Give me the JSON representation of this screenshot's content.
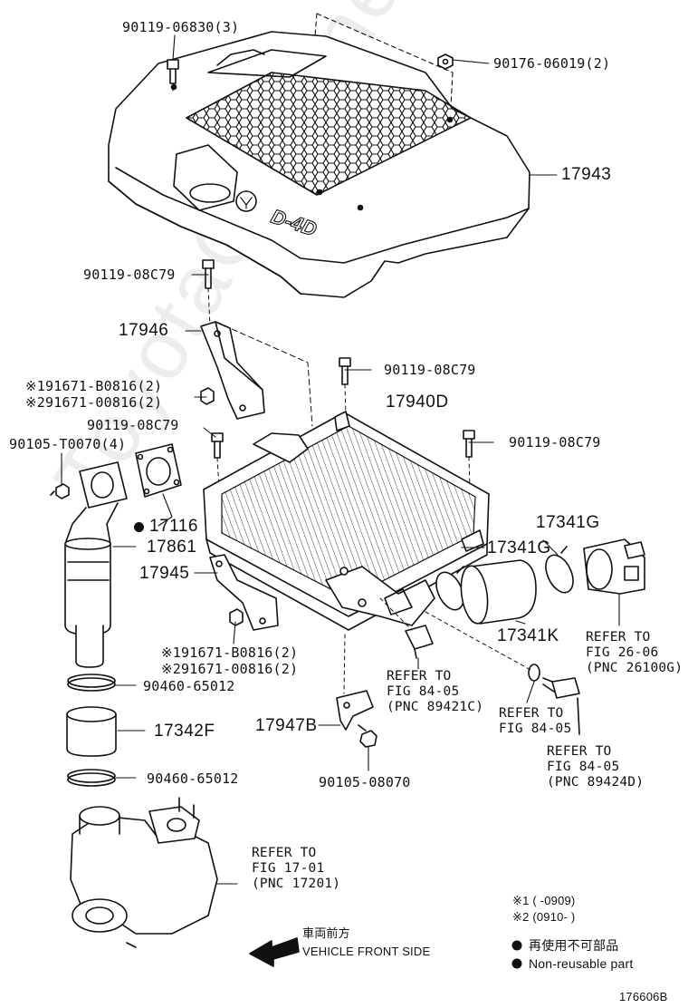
{
  "watermark": "ToyotaCarMine.ru",
  "parts": {
    "p1": "90119-06830(3)",
    "p2": "90176-06019(2)",
    "p3": "17943",
    "p4": "90119-08C79",
    "p5": "17946",
    "p6": "※191671-B0816(2)",
    "p7": "※291671-00816(2)",
    "p8": "90119-08C79",
    "p9": "17940D",
    "p10": "90119-08C79",
    "p11": "90105-T0070(4)",
    "p12": "90119-08C79",
    "p13": "17116",
    "p14": "17861",
    "p15": "17341G",
    "p16": "17341G",
    "p17": "17945",
    "p18": "17341K",
    "p19": "※191671-B0816(2)",
    "p20": "※291671-00816(2)",
    "p21": "90460-65012",
    "p22": "17342F",
    "p23": "17947B",
    "p24": "90460-65012",
    "p25": "90105-08070"
  },
  "refs": {
    "r1": [
      "REFER TO",
      "FIG 26-06",
      "(PNC 26100G)"
    ],
    "r2": [
      "REFER TO",
      "FIG 84-05",
      "(PNC 89421C)"
    ],
    "r3": [
      "REFER TO",
      "FIG 84-05"
    ],
    "r4": [
      "REFER TO",
      "FIG 84-05",
      "(PNC 89424D)"
    ],
    "r5": [
      "REFER TO",
      "FIG 17-01",
      "(PNC 17201)"
    ]
  },
  "notes": {
    "n1": "※1 (      -0909)",
    "n2": "※2 (0910-      )",
    "front_jp": "車両前方",
    "front_en": "VEHICLE FRONT SIDE",
    "legend_jp": "再使用不可部品",
    "legend_en": "Non-reusable part",
    "code": "176606B"
  }
}
